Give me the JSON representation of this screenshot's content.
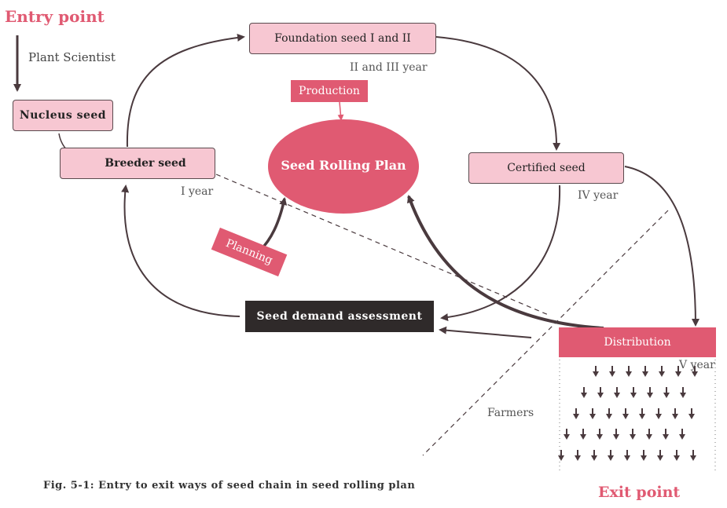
{
  "entry_point": "Entry point",
  "plant_scientist": "Plant Scientist",
  "nucleus_seed": "Nucleus seed",
  "breeder_seed": "Breeder seed",
  "i_year": "I year",
  "foundation_seed": "Foundation seed I and II",
  "ii_iii_year": "II and III year",
  "certified_seed": "Certified seed",
  "iv_year": "IV year",
  "production": "Production",
  "seed_rolling_plan": "Seed Rolling Plan",
  "planning": "Planning",
  "seed_demand_assessment": "Seed demand assessment",
  "distribution": "Distribution",
  "v_year": "V year",
  "farmers": "Farmers",
  "exit_point": "Exit point",
  "caption": "Fig. 5-1: Entry to exit ways of seed chain in seed rolling plan",
  "colors": {
    "accent": "#e05a72",
    "box_fill": "#f7c7d2",
    "arrow": "#4a3a3e",
    "dark_box": "#2f2a2a"
  },
  "farmer_arrow_rows": [
    7,
    7,
    8,
    8,
    9
  ]
}
